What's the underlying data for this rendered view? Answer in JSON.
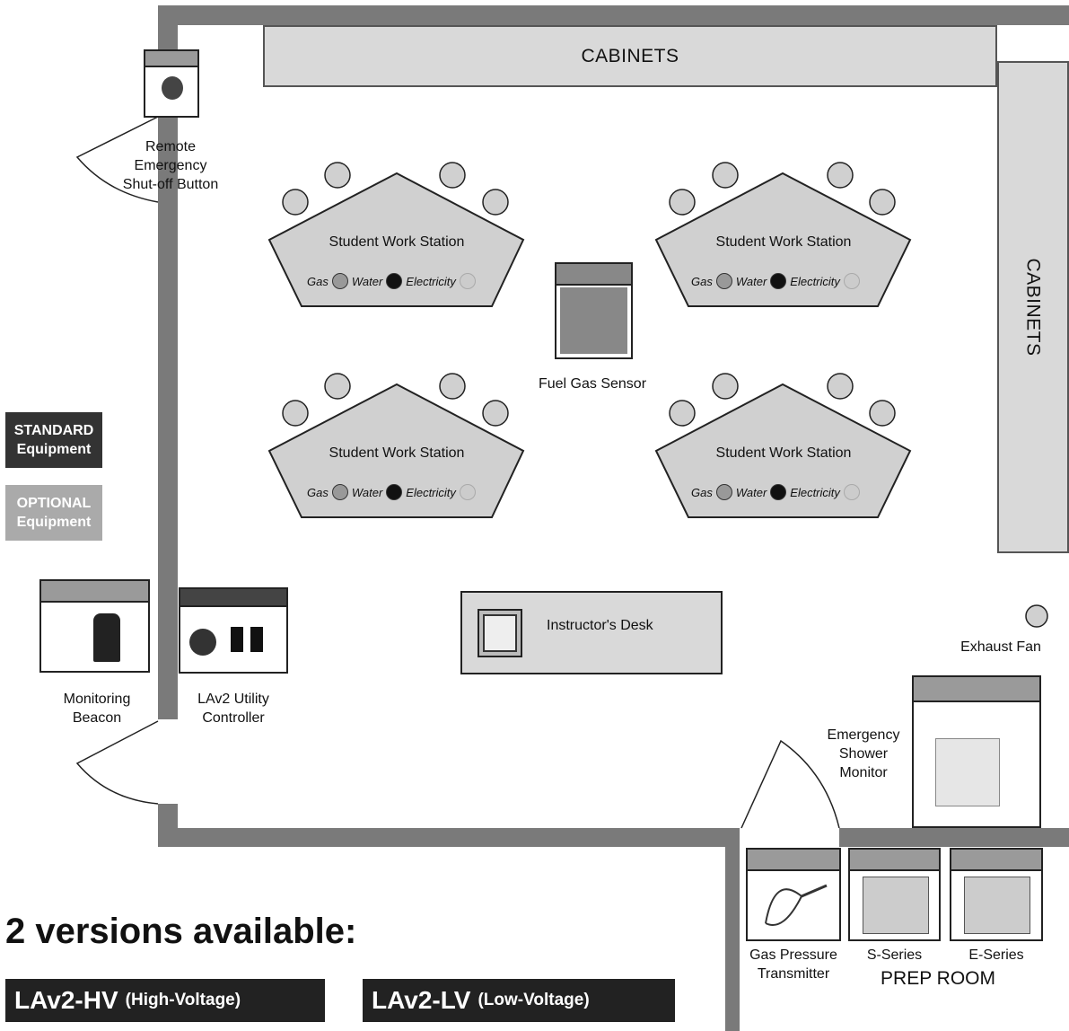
{
  "cabinets": {
    "top": "CABINETS",
    "right": "CABINETS"
  },
  "devices": {
    "shutoff": "Remote Emergency Shut-off Button",
    "gas_sensor": "Fuel Gas Sensor",
    "beacon": "Monitoring Beacon",
    "controller": "LAv2 Utility Controller",
    "shower": "Emergency Shower Monitor",
    "exhaust": "Exhaust Fan",
    "transmitter": "Gas Pressure Transmitter",
    "s_series": "S-Series",
    "e_series": "E-Series"
  },
  "workstation": {
    "title": "Student Work Station",
    "gas": "Gas",
    "water": "Water",
    "electricity": "Electricity"
  },
  "desk": "Instructor's Desk",
  "prep_room": "PREP ROOM",
  "legend": {
    "standard": [
      "STANDARD",
      "Equipment"
    ],
    "optional": [
      "OPTIONAL",
      "Equipment"
    ],
    "standard_color": "#333333",
    "optional_color": "#aaaaaa"
  },
  "versions": {
    "heading": "2 versions available:",
    "hv_name": "LAv2-HV",
    "hv_desc": "(High-Voltage)",
    "lv_name": "LAv2-LV",
    "lv_desc": "(Low-Voltage)"
  }
}
